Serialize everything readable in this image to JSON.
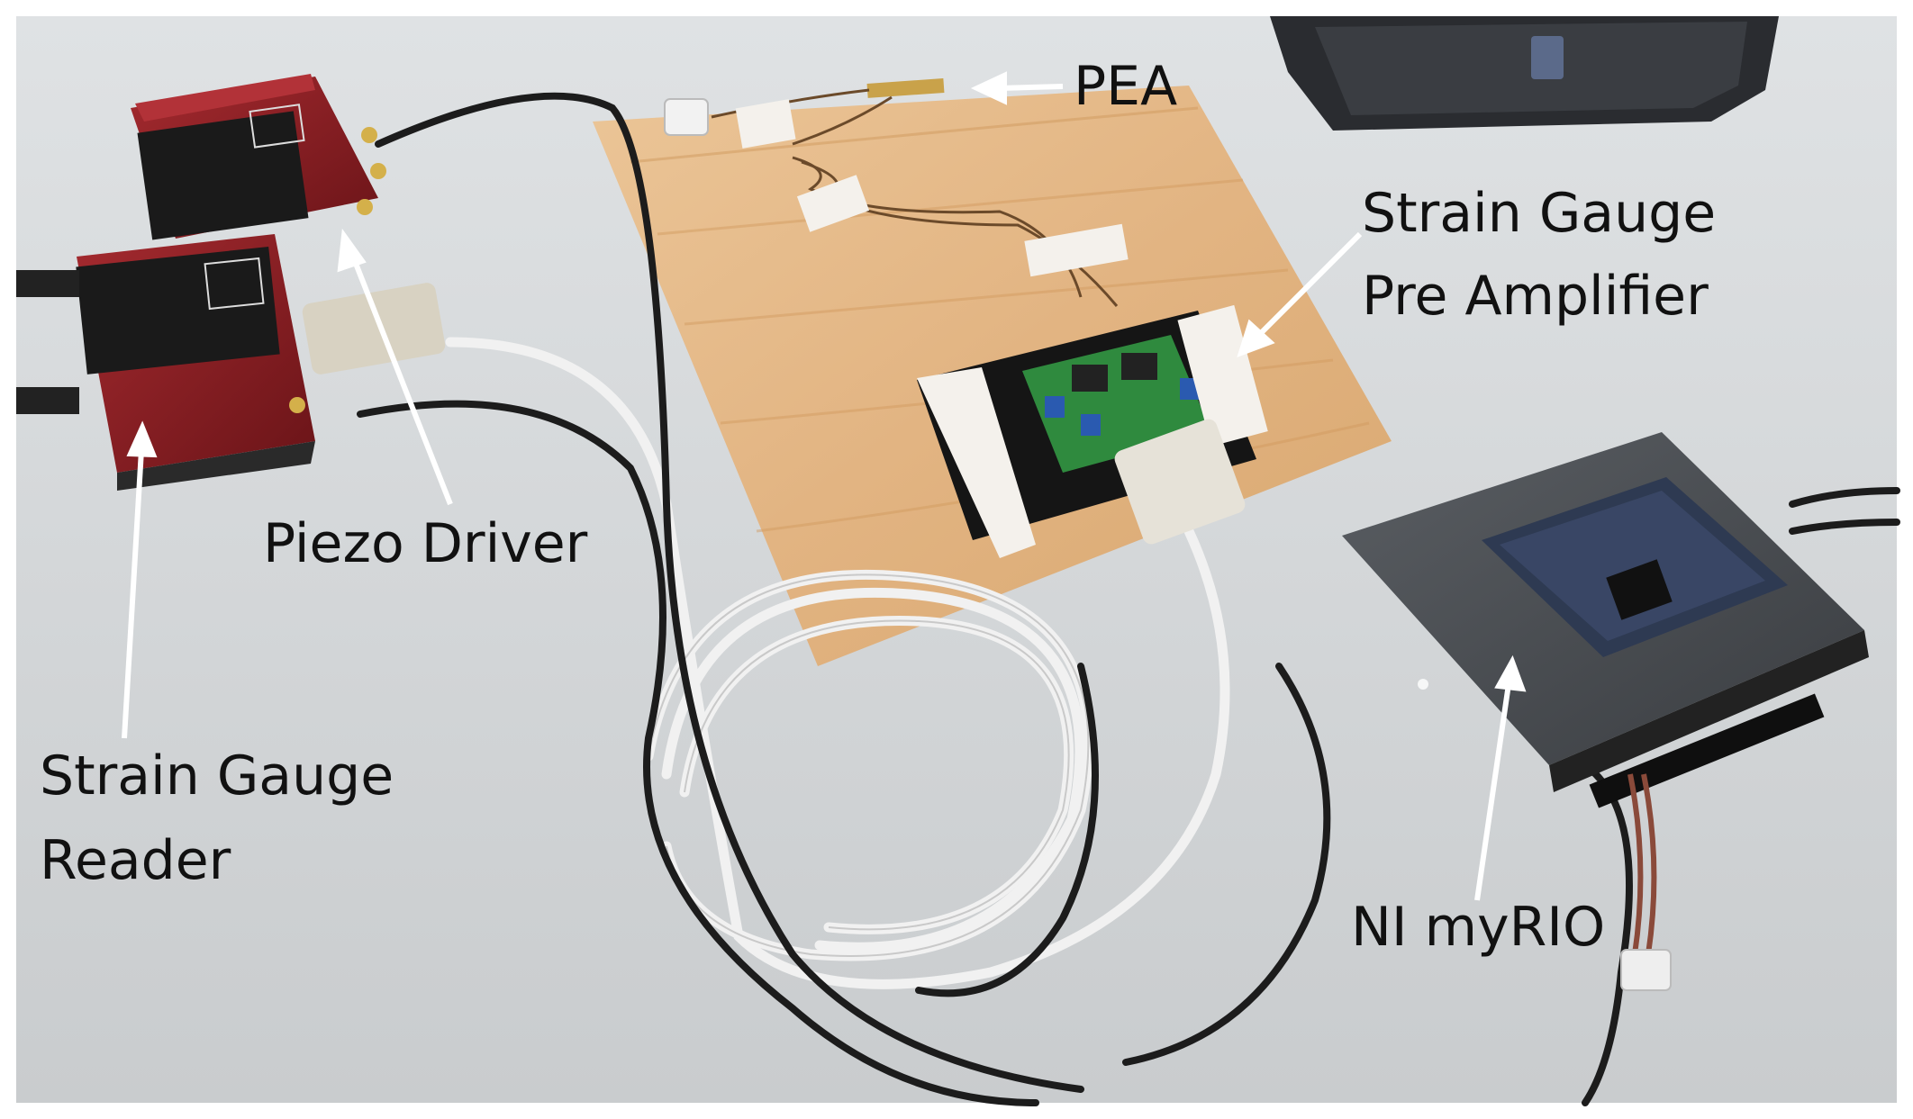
{
  "labels": {
    "pea": "PEA",
    "strain_gauge_pre_amplifier_line1": "Strain Gauge",
    "strain_gauge_pre_amplifier_line2": "Pre Amplifier",
    "piezo_driver": "Piezo Driver",
    "strain_gauge_reader_line1": "Strain Gauge",
    "strain_gauge_reader_line2": "Reader",
    "ni_myrio": "NI myRIO"
  },
  "colors": {
    "table": "#d7dadc",
    "board": "#e4b889",
    "device_red": "#8a1d22",
    "myrio_body": "#4a4d52",
    "cable_white": "#eeeeee",
    "cable_black": "#1e1e1e"
  }
}
